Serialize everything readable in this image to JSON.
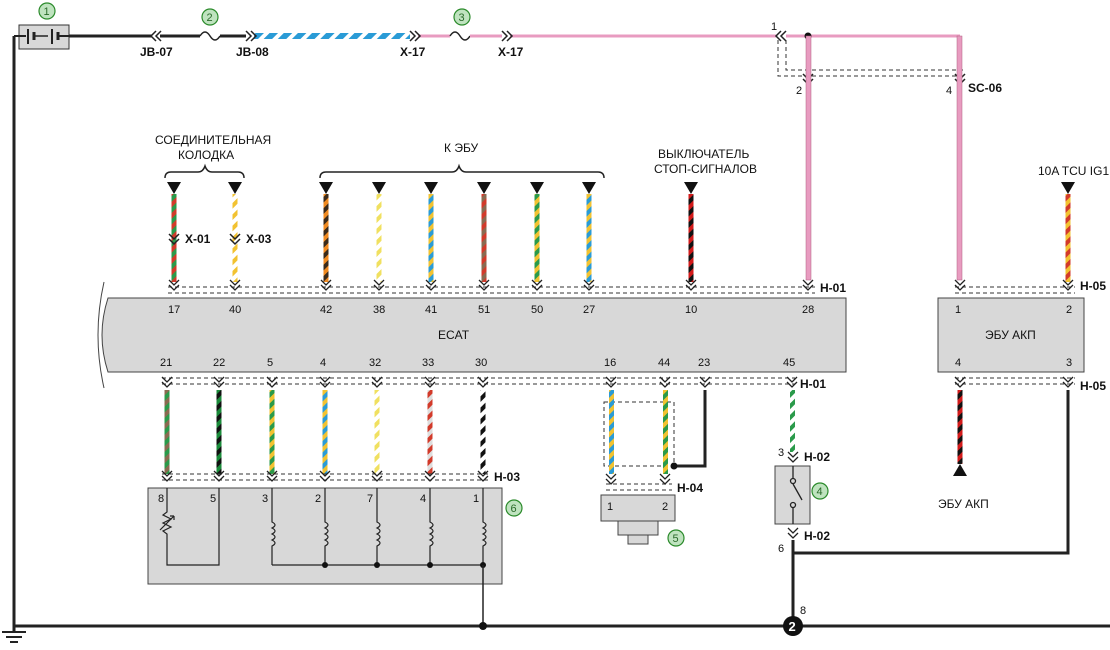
{
  "callouts": [
    "1",
    "2",
    "3",
    "4",
    "5",
    "6"
  ],
  "top_connectors": {
    "jb07": "JB-07",
    "jb08": "JB-08",
    "x17a": "X-17",
    "x17b": "X-17",
    "sc06": "SC-06",
    "sc06_pin1": "1",
    "sc06_pin2": "2",
    "sc06_pin4": "4"
  },
  "labels": {
    "connector_block_line1": "СОЕДИНИТЕЛЬНАЯ",
    "connector_block_line2": "КОЛОДКА",
    "to_ecu": "К ЭБУ",
    "brake_switch_line1": "ВЫКЛЮЧАТЕЛЬ",
    "brake_switch_line2": "СТОП-СИГНАЛОВ",
    "tcu_fuse": "10A TCU IG1",
    "x01": "X-01",
    "x03": "X-03",
    "ecat": "ECAT",
    "tcm_box": "ЭБУ АКП",
    "tcm_bottom": "ЭБУ АКП",
    "h01_top": "H-01",
    "h05_top": "H-05",
    "h01_bottom": "H-01",
    "h05_bottom": "H-05",
    "h03": "H-03",
    "h04": "H-04",
    "h02_top": "H-02",
    "h02_bottom": "H-02",
    "ground_num": "2",
    "ground_pin": "8"
  },
  "ecat_top_pins": [
    "17",
    "40",
    "42",
    "38",
    "41",
    "51",
    "50",
    "27",
    "10",
    "28"
  ],
  "ecat_bottom_pins": [
    "21",
    "22",
    "5",
    "4",
    "32",
    "33",
    "30",
    "16",
    "44",
    "23",
    "45"
  ],
  "tcm_pins": {
    "p1": "1",
    "p2": "2",
    "p3": "3",
    "p4": "4"
  },
  "valve_body_pins": [
    "8",
    "5",
    "3",
    "2",
    "7",
    "4",
    "1"
  ],
  "sensor5_pins": [
    "1",
    "2"
  ],
  "switch4_pins": {
    "top": "3",
    "bottom": "6"
  }
}
